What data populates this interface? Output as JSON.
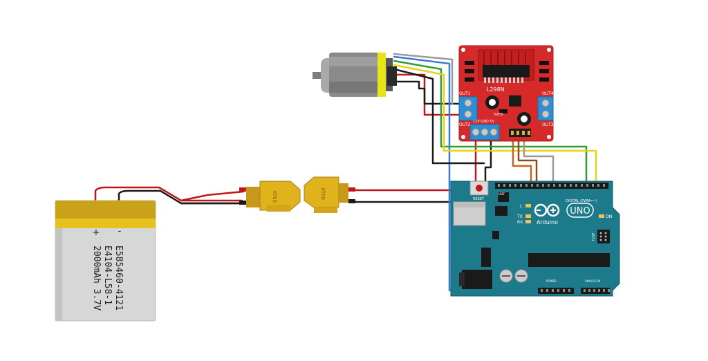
{
  "battery": {
    "plus": "+",
    "minus": "-",
    "line1": "E585460-4121",
    "line2": "E4104-L58-1",
    "line3": "2000mAh 3.7V"
  },
  "connectors": {
    "left_label": "XT60",
    "right_label": "XT60"
  },
  "driver": {
    "chip": "L298N",
    "out1": "OUT1",
    "out2": "OUT2",
    "out3": "OUT3",
    "out4": "OUT4",
    "power_pins": "12V GND 5V",
    "enable": "5VEN"
  },
  "arduino": {
    "logo_text": "UNO",
    "brand": "Arduino",
    "tx": "TX",
    "rx": "RX",
    "l": "L",
    "on": "ON",
    "digital": "DIGITAL (PWM=~)",
    "power": "POWER",
    "analog": "ANALOG IN",
    "reset": "RESET",
    "icsp": "ICSP",
    "aref": "AREF"
  },
  "colors": {
    "wire_red": "#c0161b",
    "wire_black": "#1a1a1a",
    "wire_blue": "#3a7bd5",
    "wire_green": "#2e9e2e",
    "wire_yellow": "#e8d21b",
    "wire_orange": "#c8641e",
    "wire_brown": "#8b4a1c",
    "wire_gray": "#9a9a9a",
    "board_red": "#d62a2a",
    "board_teal": "#1c7a8a",
    "xt60": "#e0b21c",
    "terminal_blue": "#2b8fd6"
  }
}
